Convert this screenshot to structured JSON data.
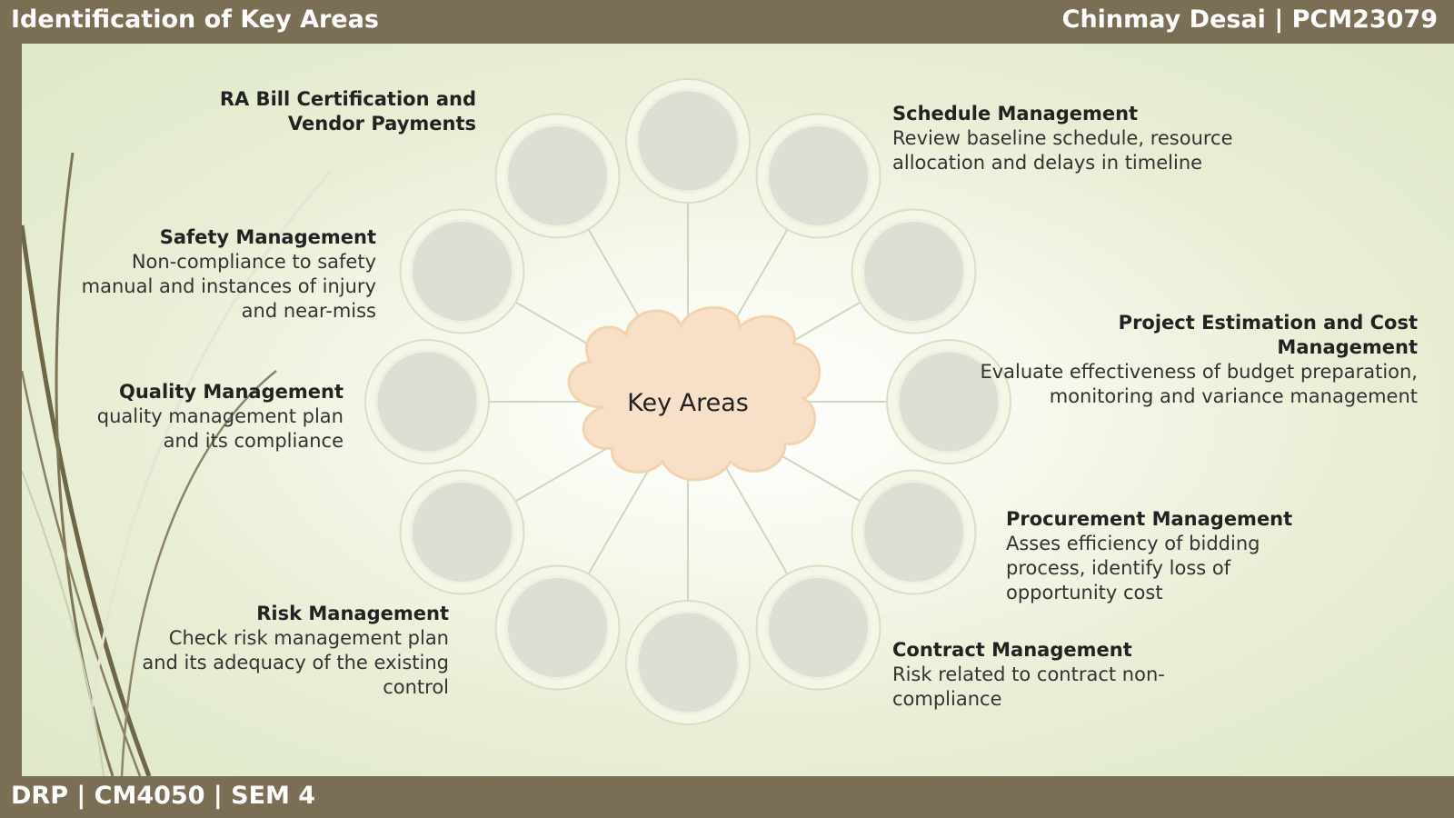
{
  "header": {
    "title": "Identification of Key Areas",
    "author": "Chinmay Desai | PCM23079"
  },
  "footer": {
    "text": "DRP  |  CM4050  |  SEM 4"
  },
  "diagram": {
    "center_label": "Key Areas",
    "colors": {
      "cloud_fill": "#f7dfc8",
      "cloud_stroke": "#f2d3ad",
      "circle_fill": "#deded4",
      "circle_ring": "#f4f6e6",
      "spoke": "#cfd6c0"
    },
    "areas": [
      {
        "title": "Schedule Management",
        "desc": "Review baseline schedule, resource allocation and delays in timeline"
      },
      {
        "title": "Project Estimation and Cost Management",
        "desc": "Evaluate effectiveness of budget preparation, monitoring and variance management"
      },
      {
        "title": "Procurement Management",
        "desc": "Asses efficiency of bidding process, identify loss of opportunity cost"
      },
      {
        "title": "Contract Management",
        "desc": "Risk related to contract non-compliance"
      },
      {
        "title": "Risk Management",
        "desc": "Check risk management plan and its adequacy of the existing control"
      },
      {
        "title": "Quality Management",
        "desc": "quality management plan and its compliance"
      },
      {
        "title": "Safety Management",
        "desc": "Non-compliance to safety manual and instances of injury and near-miss"
      },
      {
        "title": "RA Bill Certification and Vendor Payments",
        "desc": ""
      }
    ]
  }
}
